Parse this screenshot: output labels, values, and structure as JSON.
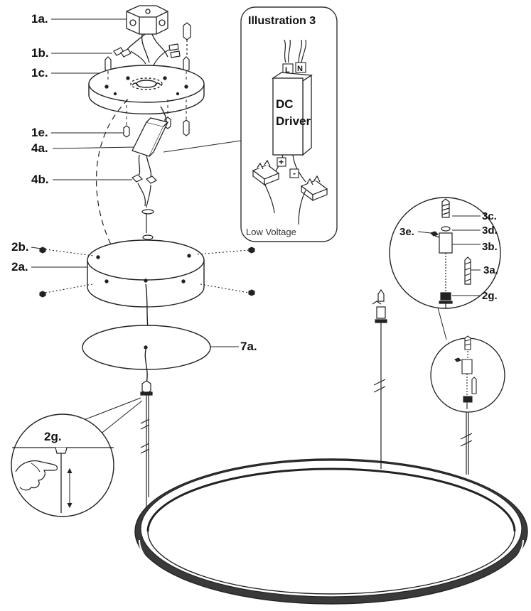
{
  "labels": {
    "canopy_junction_box": "1a.",
    "wire_nuts": "1b.",
    "mounting_plate": "1c.",
    "plate_screw": "1e.",
    "driver": "4a.",
    "connectors": "4b.",
    "canopy_screw": "2b.",
    "canopy": "2a.",
    "canopy_cover": "7a.",
    "gripper_zoom": "2g.",
    "cable_screw": "3c.",
    "cable_holder_top": "3d.",
    "set_screw": "3e.",
    "cable_holder_body": "3b.",
    "cable_anchor": "3a.",
    "cable_gripper": "2g."
  },
  "illustration": {
    "title": "Illustration 3",
    "driver_line1": "DC",
    "driver_line2": "Driver",
    "live": "L",
    "neutral": "N",
    "plus": "+",
    "minus": "-",
    "low_voltage": "Low Voltage"
  },
  "colors": {
    "line": "#222222",
    "ring_fill": "#3a3a3a",
    "panel_border": "#333333"
  }
}
